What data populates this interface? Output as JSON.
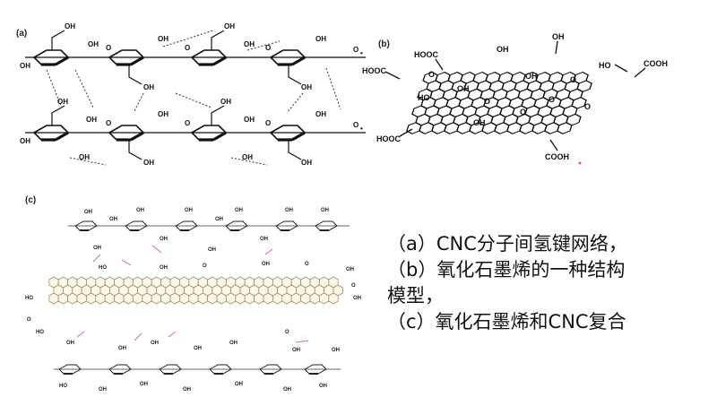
{
  "panels": {
    "a": {
      "label": "(a)",
      "oh": "OH",
      "o": "O",
      "dot": "•"
    },
    "b": {
      "label": "(b)",
      "hooc": "HOOC",
      "cooh": "COOH",
      "oh": "OH",
      "ho": "HO",
      "o": "O"
    },
    "c": {
      "label": "(c)",
      "oh": "OH",
      "ho": "HO",
      "o": "O"
    }
  },
  "caption": {
    "line1": "（a）CNC分子间氢键网络，",
    "line2": "（b）氧化石墨烯的一种结构",
    "line3": "模型，",
    "line4": "（c）氧化石墨烯和CNC复合"
  }
}
